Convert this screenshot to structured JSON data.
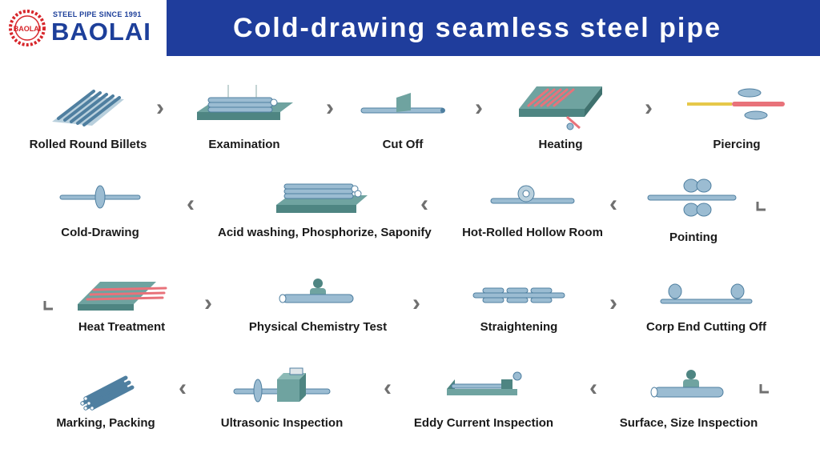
{
  "brand": {
    "tagline": "STEEL PIPE SINCE 1991",
    "name": "BAOLAI",
    "seal_text": "BAOLAI",
    "logo_color": "#1d3f9a",
    "seal_color": "#d7262b"
  },
  "header": {
    "title": "Cold-drawing seamless steel pipe",
    "bar_color": "#1f3d9c"
  },
  "steps": [
    {
      "label": "Rolled Round Billets",
      "icon": "billets-icon"
    },
    {
      "label": "Examination",
      "icon": "examination-icon"
    },
    {
      "label": "Cut Off",
      "icon": "cut-off-icon"
    },
    {
      "label": "Heating",
      "icon": "heating-icon"
    },
    {
      "label": "Piercing",
      "icon": "piercing-icon"
    },
    {
      "label": "Pointing",
      "icon": "pointing-icon"
    },
    {
      "label": "Hot-Rolled Hollow Room",
      "icon": "hot-rolled-icon"
    },
    {
      "label": "Acid washing, Phosphorize, Saponify",
      "icon": "acid-washing-icon"
    },
    {
      "label": "Cold-Drawing",
      "icon": "cold-drawing-icon"
    },
    {
      "label": "Heat Treatment",
      "icon": "heat-treatment-icon"
    },
    {
      "label": "Physical Chemistry Test",
      "icon": "chemistry-test-icon"
    },
    {
      "label": "Straightening",
      "icon": "straightening-icon"
    },
    {
      "label": "Corp End Cutting Off",
      "icon": "end-cutting-icon"
    },
    {
      "label": "Surface, Size Inspection",
      "icon": "surface-inspection-icon"
    },
    {
      "label": "Eddy Current Inspection",
      "icon": "eddy-current-icon"
    },
    {
      "label": "Ultrasonic Inspection",
      "icon": "ultrasonic-icon"
    },
    {
      "label": "Marking, Packing",
      "icon": "packing-icon"
    }
  ],
  "arrows": {
    "right": "›",
    "left": "‹"
  }
}
